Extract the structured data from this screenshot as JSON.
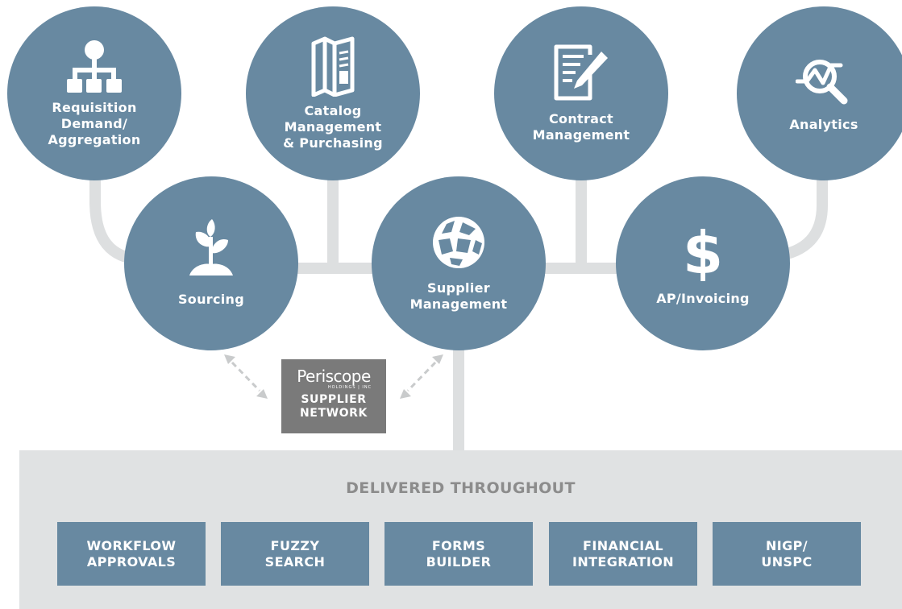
{
  "modules_top": [
    {
      "label": "Requisition\nDemand/\nAggregation",
      "icon": "org-chart-icon"
    },
    {
      "label": "Catalog\nManagement\n& Purchasing",
      "icon": "catalog-brochure-icon"
    },
    {
      "label": "Contract\nManagement",
      "icon": "contract-document-icon"
    },
    {
      "label": "Analytics",
      "icon": "analytics-magnifier-icon"
    }
  ],
  "modules_bottom": [
    {
      "label": "Sourcing",
      "icon": "sprout-icon"
    },
    {
      "label": "Supplier\nManagement",
      "icon": "globe-icon"
    },
    {
      "label": "AP/Invoicing",
      "icon": "dollar-icon"
    }
  ],
  "supplier_network": {
    "brand": "Periscope",
    "brand_sub": "HOLDINGS | INC",
    "label": "SUPPLIER\nNETWORK"
  },
  "delivered": {
    "title": "DELIVERED THROUGHOUT",
    "features": [
      "WORKFLOW\nAPPROVALS",
      "FUZZY\nSEARCH",
      "FORMS\nBUILDER",
      "FINANCIAL\nINTEGRATION",
      "NIGP/\nUNSPC"
    ]
  },
  "colors": {
    "circle": "#6889a1",
    "connector": "#dddfe0",
    "panel": "#e0e2e3",
    "badge": "#7a7a7a",
    "panel_title": "#8c8c8c"
  }
}
